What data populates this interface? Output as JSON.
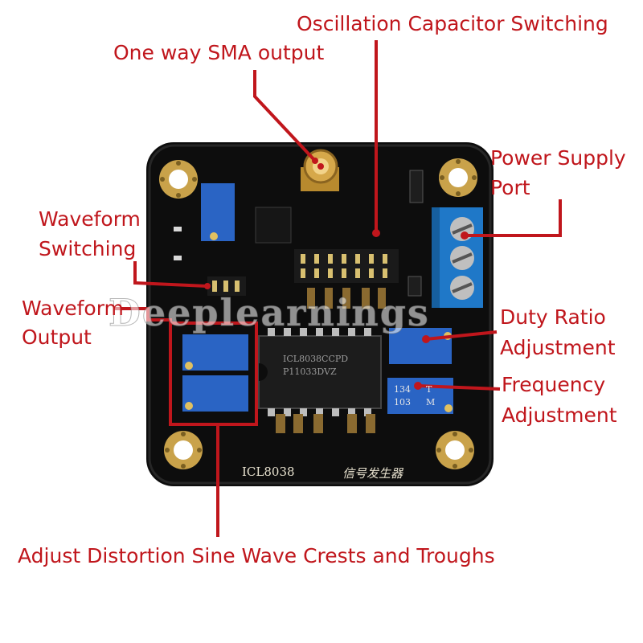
{
  "labels": {
    "oscillation_capacitor_switching": "Oscillation Capacitor Switching",
    "one_way_sma_output": "One way SMA output",
    "power_supply_port": [
      "Power Supply",
      "Port"
    ],
    "waveform_switching": [
      "Waveform",
      "Switching"
    ],
    "waveform_output": [
      "Waveform",
      "Output"
    ],
    "duty_ratio_adjustment": [
      "Duty Ratio",
      "Adjustment"
    ],
    "frequency_adjustment": [
      "Frequency",
      "Adjustment"
    ],
    "adjust_distortion": "Adjust Distortion Sine Wave Crests and Troughs"
  },
  "board": {
    "model": "ICL8038",
    "chinese_title": "信号发生器",
    "chip_marking": [
      "ICL8038CCPD",
      "P11033DVZ"
    ],
    "pot_markings": [
      "134",
      "103",
      "T",
      "M"
    ]
  },
  "watermark": "Deeplearnings",
  "colors": {
    "annotation": "#c0161c",
    "pcb": "#0d0d0d",
    "terminal_block": "#1f78c8",
    "potentiometer": "#2a64c4",
    "pad_gold": "#c9a24a"
  }
}
